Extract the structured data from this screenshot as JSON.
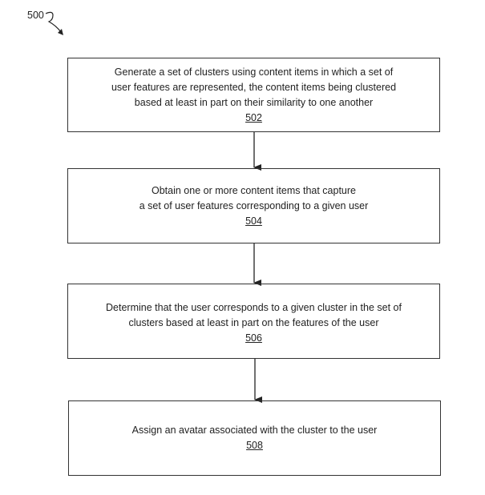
{
  "figure_label": "500",
  "steps": [
    {
      "lines": [
        "Generate a set of clusters using content items in which a set of",
        "user features are represented, the content items being clustered",
        "based at least in part on their similarity to one another"
      ],
      "number": "502"
    },
    {
      "lines": [
        "Obtain one or more content items that capture",
        "a set of user features corresponding to a given user"
      ],
      "number": "504"
    },
    {
      "lines": [
        "Determine that the user corresponds to a given cluster in the set of",
        "clusters based at least in part on the features of the user"
      ],
      "number": "506"
    },
    {
      "lines": [
        "Assign an avatar associated with the cluster to the user"
      ],
      "number": "508"
    }
  ]
}
